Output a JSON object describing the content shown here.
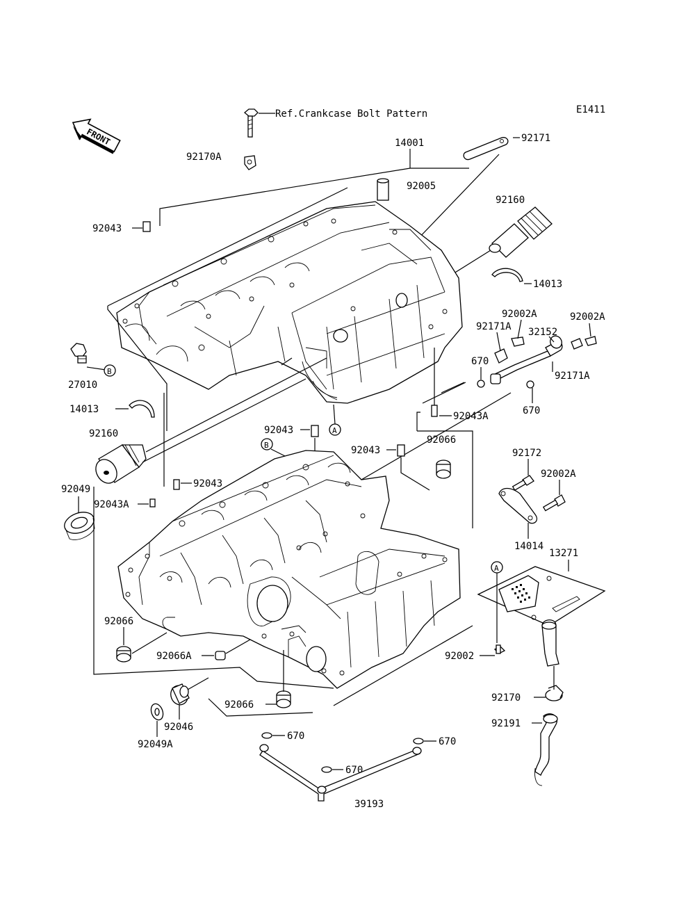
{
  "diagram": {
    "code": "E1411",
    "reference_note": "Ref.Crankcase Bolt Pattern",
    "front_marker": "FRONT",
    "callouts": {
      "p14001": "14001",
      "p92171": "92171",
      "p92170A": "92170A",
      "p92005": "92005",
      "p92160_top": "92160",
      "p92043_top": "92043",
      "p14013_right": "14013",
      "p92002A_mid": "92002A",
      "p92002A_right": "92002A",
      "p92171A_left": "92171A",
      "p32152": "32152",
      "p670_a": "670",
      "p92171A_right": "92171A",
      "p27010": "27010",
      "marker_b_top": "B",
      "p14013_left": "14013",
      "p670_b": "670",
      "p92043A_mid": "92043A",
      "marker_a_top": "A",
      "p92160_left": "92160",
      "p92043_mid": "92043",
      "marker_b_mid": "B",
      "p92043_right": "92043",
      "p92066_right": "92066",
      "p92172": "92172",
      "p92002A_low": "92002A",
      "p92049": "92049",
      "p92043_lower": "92043",
      "p92043A_left": "92043A",
      "p14014": "14014",
      "p13271": "13271",
      "marker_a_low": "A",
      "p92066_left": "92066",
      "p92066A": "92066A",
      "p92002": "92002",
      "p92066_bottom": "92066",
      "p92170": "92170",
      "p92046": "92046",
      "p92049A": "92049A",
      "p92191": "92191",
      "p670_c": "670",
      "p670_d": "670",
      "p670_e": "670",
      "p39193": "39193"
    }
  }
}
